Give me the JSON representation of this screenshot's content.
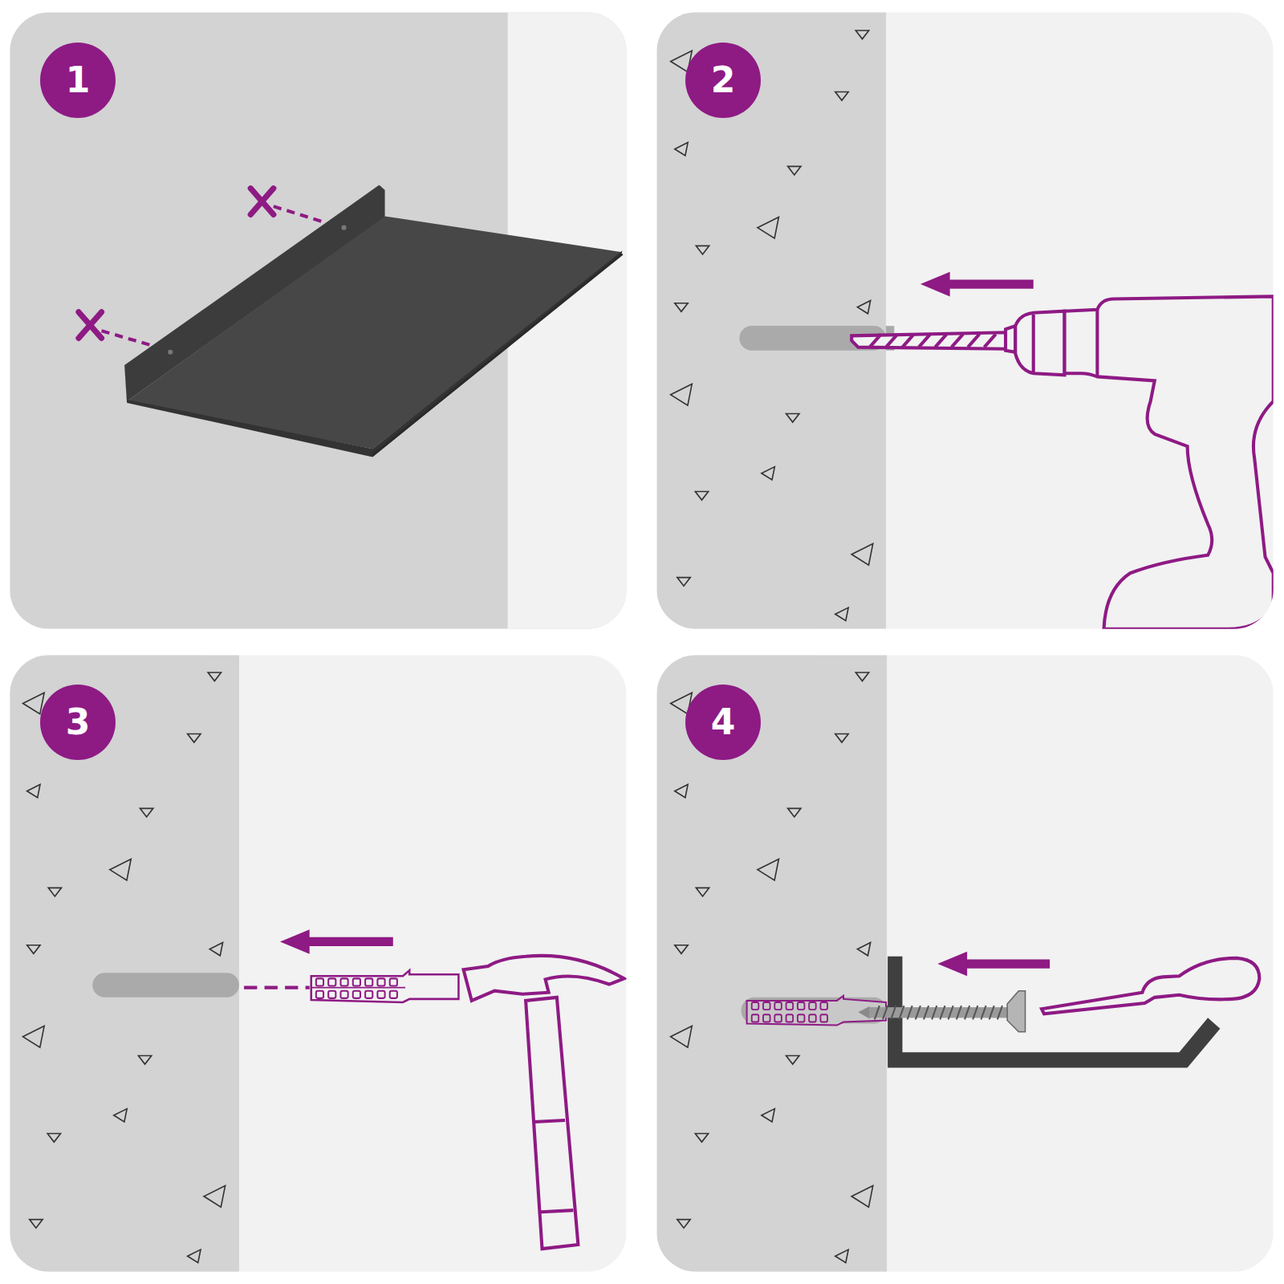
{
  "diagram": {
    "nodes": [
      {
        "text": [
          "1"
        ]
      },
      {
        "text": [
          "2"
        ]
      },
      {
        "text": [
          "3"
        ]
      },
      {
        "text": [
          "4"
        ]
      }
    ]
  }
}
